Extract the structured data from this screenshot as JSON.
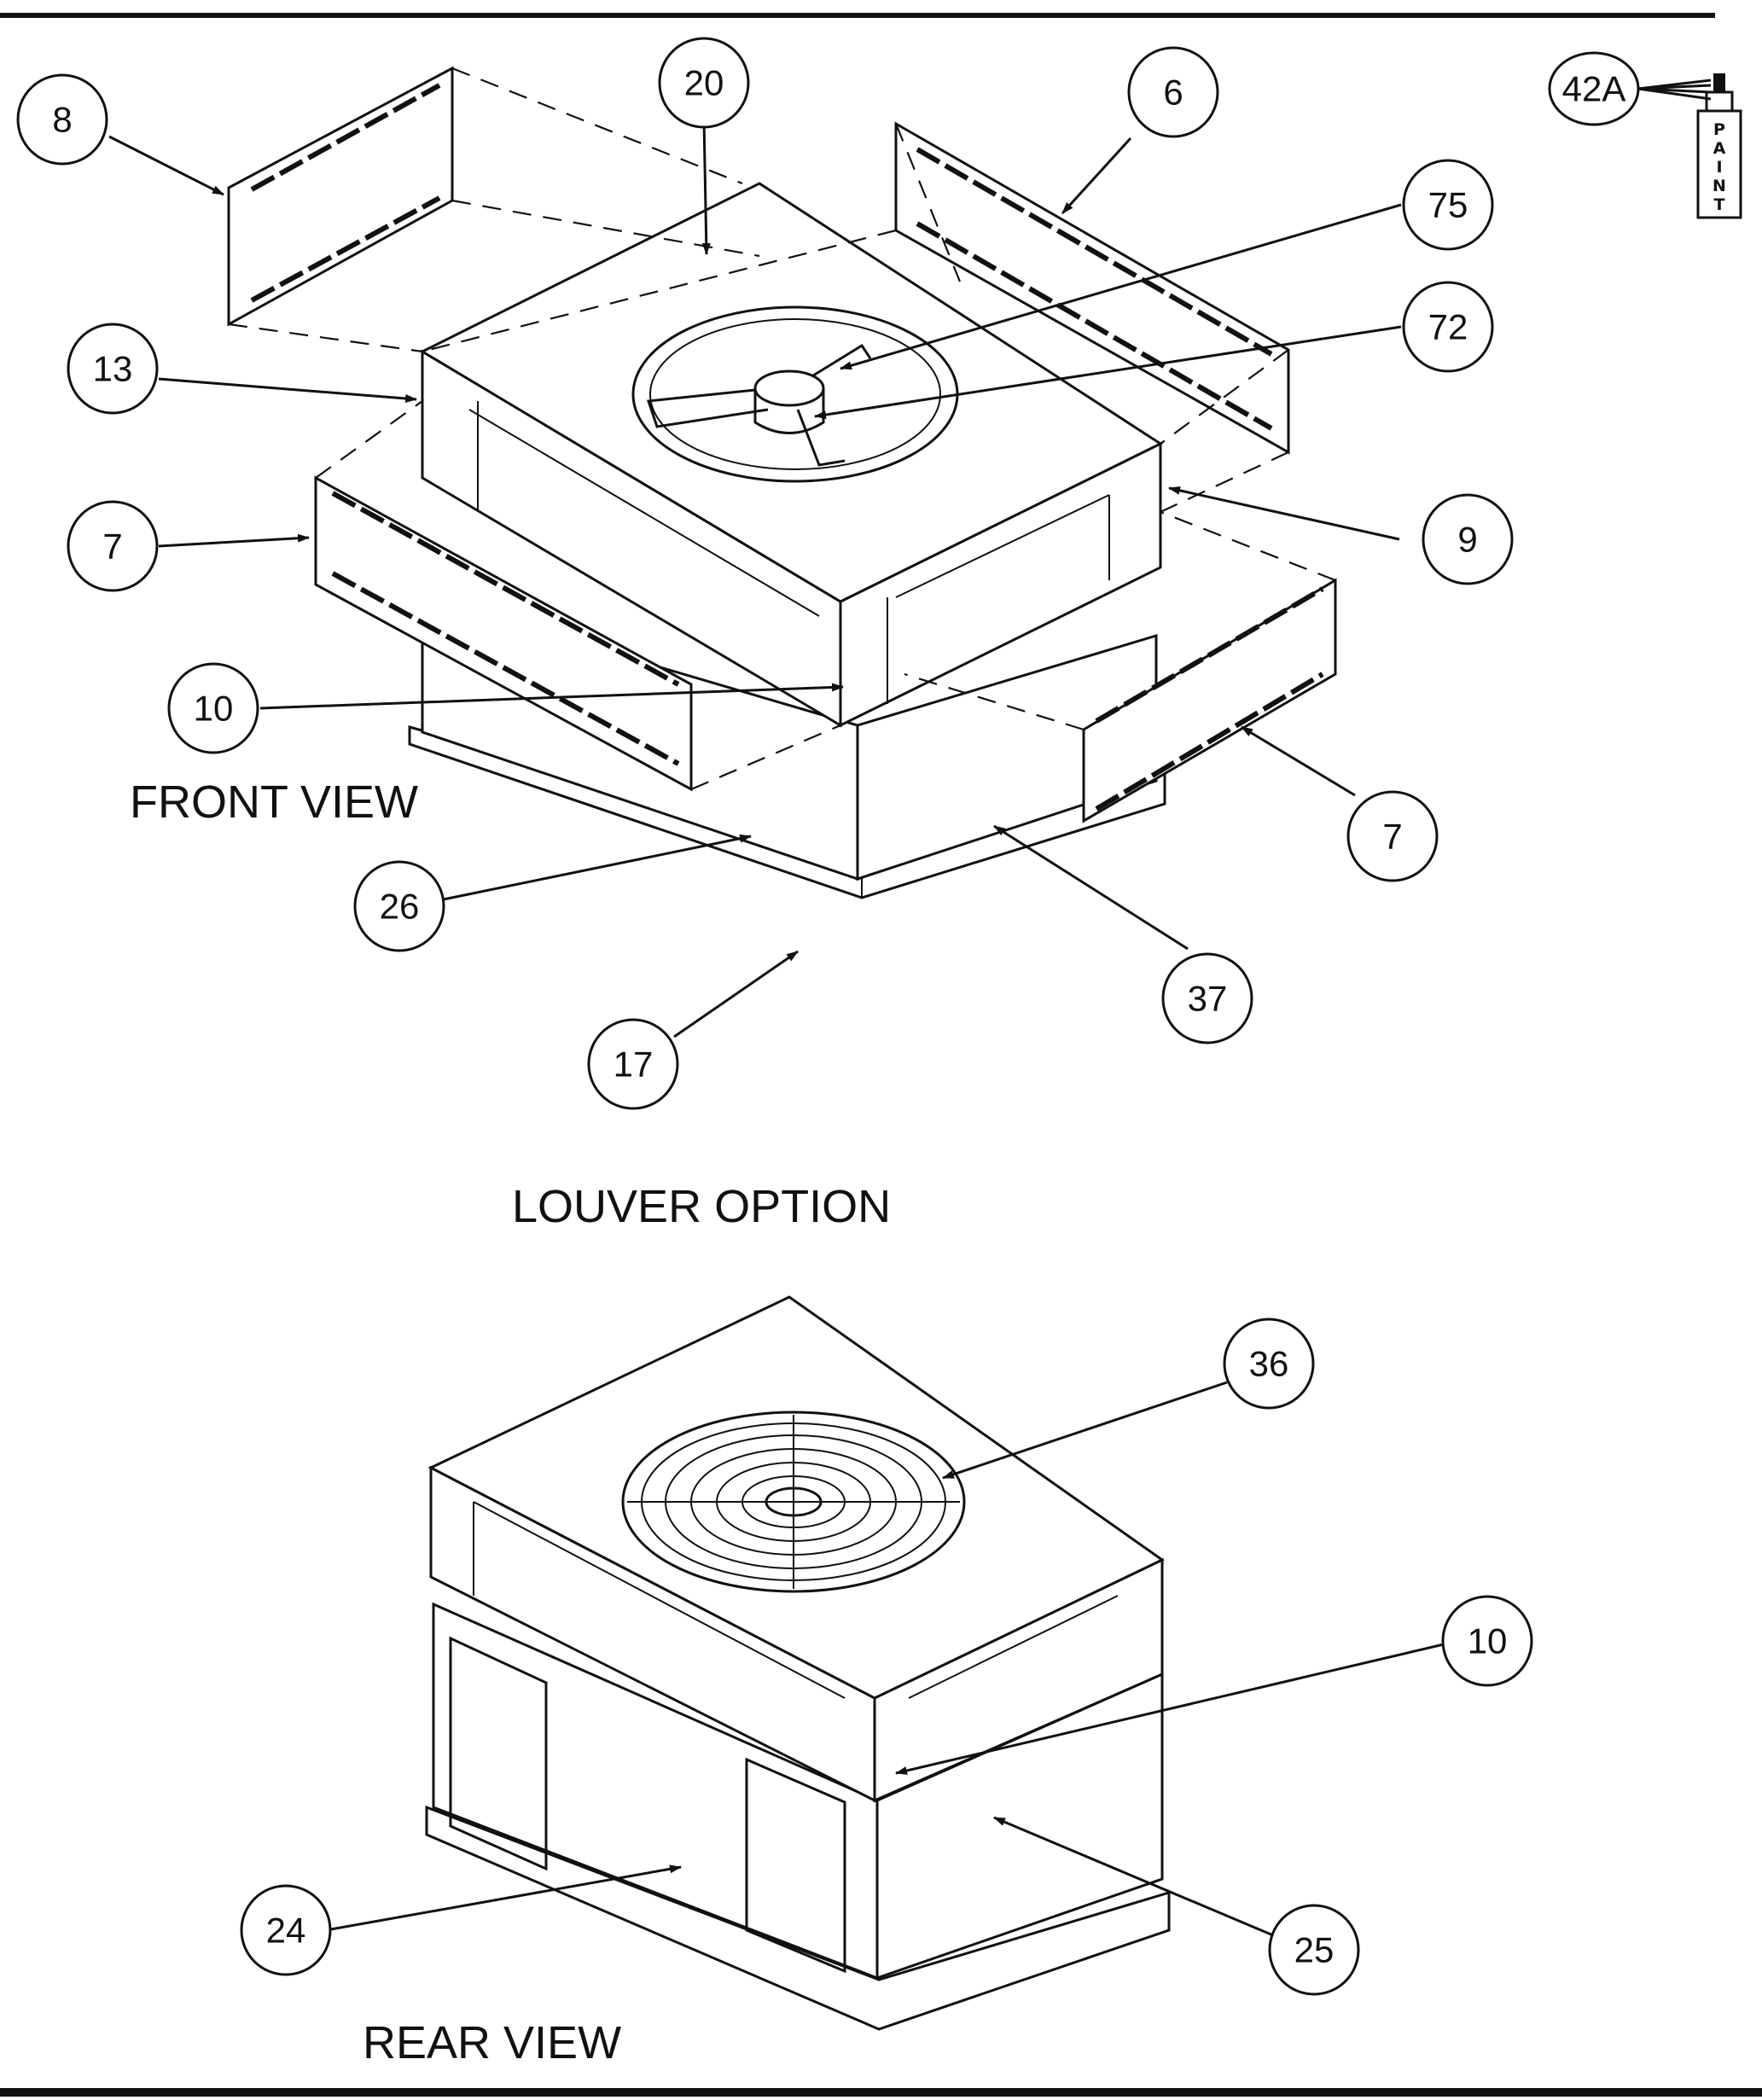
{
  "captions": {
    "front_view": "FRONT VIEW",
    "louver_option": "LOUVER OPTION",
    "rear_view": "REAR VIEW"
  },
  "paint_can": {
    "label": "42A",
    "letters": [
      "P",
      "A",
      "I",
      "N",
      "T"
    ]
  },
  "callouts": [
    {
      "id": "c8",
      "label": "8"
    },
    {
      "id": "c20",
      "label": "20"
    },
    {
      "id": "c6",
      "label": "6"
    },
    {
      "id": "c75",
      "label": "75"
    },
    {
      "id": "c72",
      "label": "72"
    },
    {
      "id": "c13",
      "label": "13"
    },
    {
      "id": "c7a",
      "label": "7"
    },
    {
      "id": "c9",
      "label": "9"
    },
    {
      "id": "c10a",
      "label": "10"
    },
    {
      "id": "c7b",
      "label": "7"
    },
    {
      "id": "c26",
      "label": "26"
    },
    {
      "id": "c37",
      "label": "37"
    },
    {
      "id": "c17",
      "label": "17"
    },
    {
      "id": "c36",
      "label": "36"
    },
    {
      "id": "c10b",
      "label": "10"
    },
    {
      "id": "c24",
      "label": "24"
    },
    {
      "id": "c25",
      "label": "25"
    }
  ]
}
